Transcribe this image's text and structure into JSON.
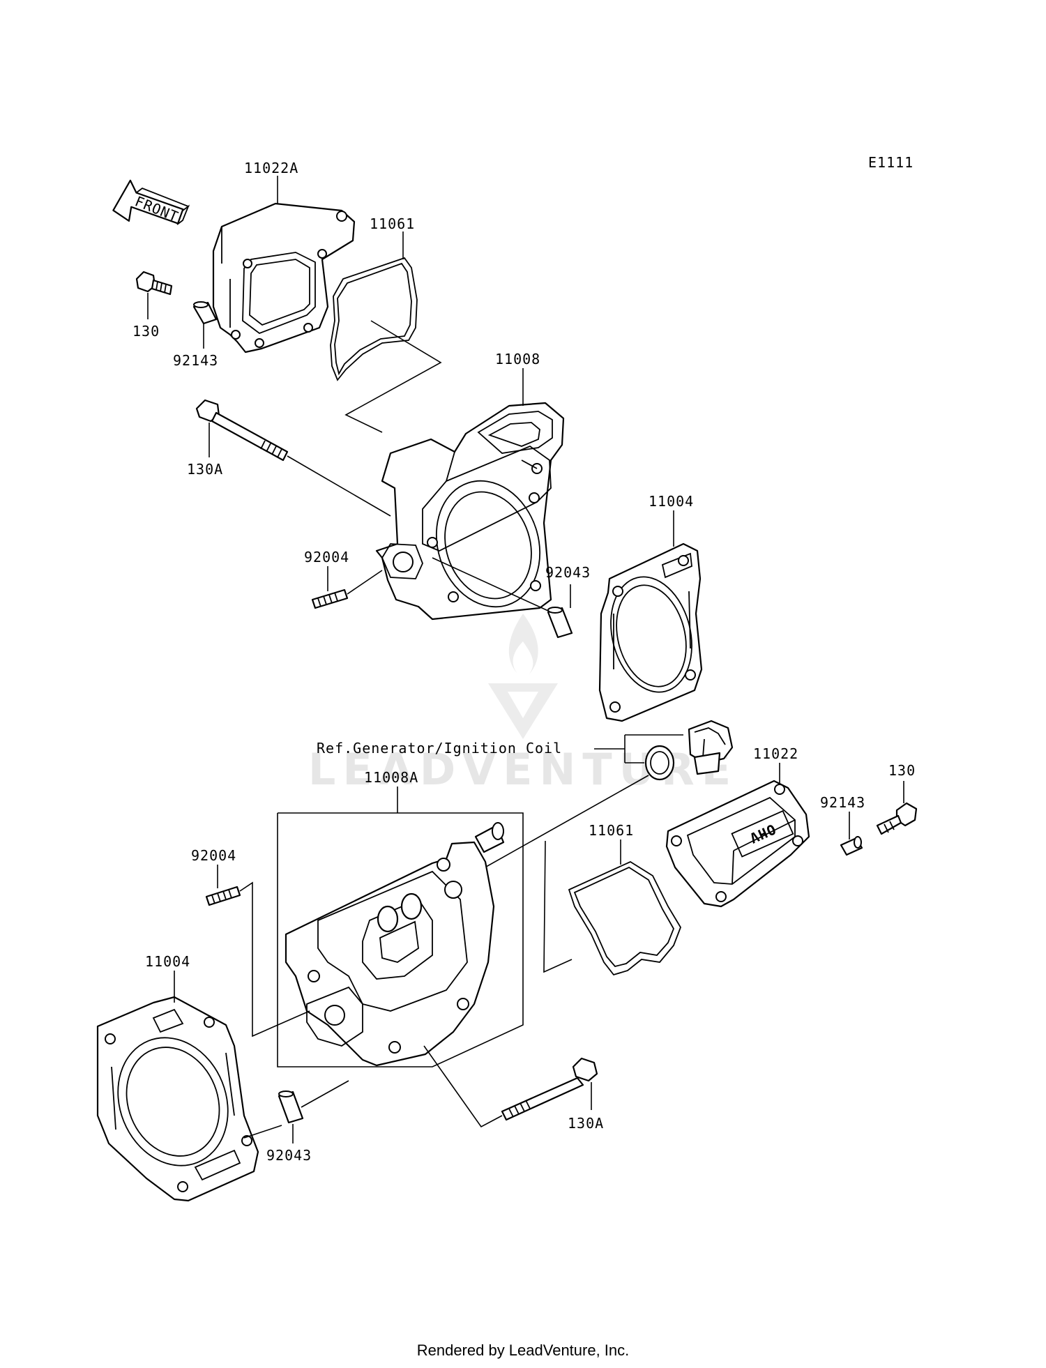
{
  "diagram_code": "E1111",
  "front_label": "FRONT",
  "reference_note": "Ref.Generator/Ignition Coil",
  "watermark_text": "LEADVENTURE",
  "footer": "Rendered by LeadVenture, Inc.",
  "labels": {
    "upper_cover": "11022A",
    "upper_cover_gasket": "11061",
    "upper_bolt": "130",
    "upper_dowel": "92143",
    "upper_head": "11008",
    "upper_long_bolt": "130A",
    "upper_stud": "92004",
    "upper_head_dowel": "92043",
    "upper_head_gasket": "11004",
    "lower_cover": "11022",
    "lower_bolt": "130",
    "lower_cover_dowel": "92143",
    "lower_head": "11008A",
    "lower_cover_gasket": "11061",
    "lower_stud": "92004",
    "lower_head_gasket": "11004",
    "lower_head_dowel": "92043",
    "lower_long_bolt": "130A"
  },
  "cover_emboss": "OHV"
}
